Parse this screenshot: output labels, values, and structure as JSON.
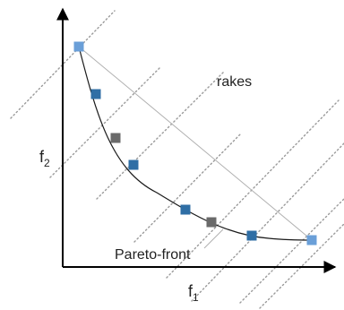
{
  "labels": {
    "rakes": "rakes",
    "pareto_front": "Pareto-front",
    "f1_base": "f",
    "f1_sub": "1",
    "f2_base": "f",
    "f2_sub": "2"
  },
  "colors": {
    "axis": "#000000",
    "curve": "#1a1a1a",
    "chord": "#b0b0b0",
    "rake": "#9a9a9a",
    "extreme_point": "#6a9fd8",
    "blue_point": "#2f6ea5",
    "gray_point": "#6a6a6a",
    "text": "#222222"
  },
  "points": [
    {
      "name": "extreme-point-1",
      "kind": "extreme"
    },
    {
      "name": "pareto-point-1",
      "kind": "blue"
    },
    {
      "name": "pareto-point-gray-1",
      "kind": "gray"
    },
    {
      "name": "pareto-point-2",
      "kind": "blue"
    },
    {
      "name": "pareto-point-3",
      "kind": "blue"
    },
    {
      "name": "pareto-point-gray-2",
      "kind": "gray"
    },
    {
      "name": "pareto-point-4",
      "kind": "blue"
    },
    {
      "name": "extreme-point-2",
      "kind": "extreme"
    }
  ]
}
